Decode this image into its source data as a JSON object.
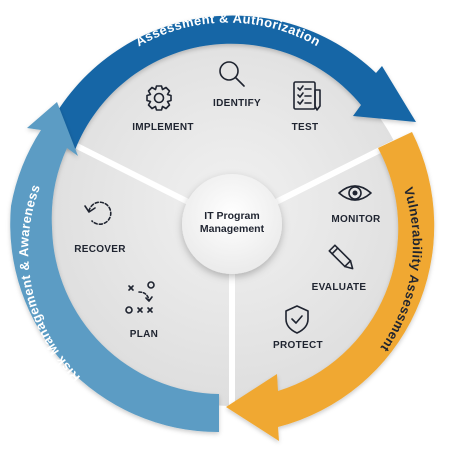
{
  "center": {
    "line1": "IT Program",
    "line2": "Management"
  },
  "arcs": {
    "top": {
      "label": "Assessment & Authorization",
      "color": "#1466a6",
      "text_color": "#ffffff"
    },
    "right": {
      "label": "Vulnerability Assessment",
      "color": "#f0a831",
      "text_color": "#1f2430"
    },
    "left": {
      "label": "Risk Management & Awareness",
      "color": "#5b9cc4",
      "text_color": "#ffffff"
    }
  },
  "items": {
    "implement": {
      "label": "IMPLEMENT",
      "icon": "gear-icon"
    },
    "identify": {
      "label": "IDENTIFY",
      "icon": "magnifier-icon"
    },
    "test": {
      "label": "TEST",
      "icon": "checklist-icon"
    },
    "monitor": {
      "label": "MONITOR",
      "icon": "eye-icon"
    },
    "evaluate": {
      "label": "EVALUATE",
      "icon": "pencil-icon"
    },
    "protect": {
      "label": "PROTECT",
      "icon": "shield-check-icon"
    },
    "recover": {
      "label": "RECOVER",
      "icon": "refresh-icon"
    },
    "plan": {
      "label": "PLAN",
      "icon": "play-diagram-icon"
    }
  },
  "colors": {
    "disc": "#e7e7e7",
    "divider": "#ffffff",
    "text": "#1f2430"
  }
}
